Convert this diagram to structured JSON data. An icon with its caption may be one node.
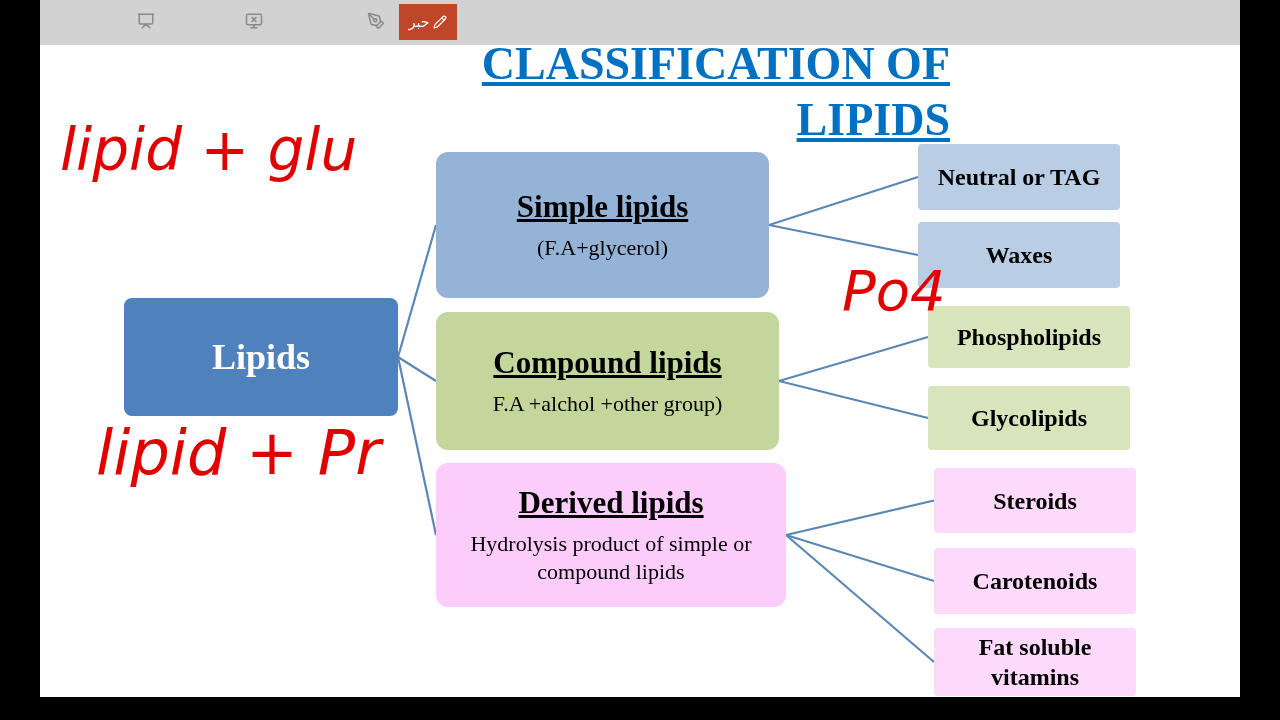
{
  "diagram": {
    "title": "CLASSIFICATION OF LIPIDS",
    "nodes": [
      {
        "text": [
          "Lipids"
        ]
      },
      {
        "text": [
          "Simple lipids",
          "(F.A+glycerol)"
        ]
      },
      {
        "text": [
          "Compound lipids",
          "F.A +alchol +other group)"
        ]
      },
      {
        "text": [
          "Derived lipids",
          "Hydrolysis product of simple or compound lipids"
        ]
      },
      {
        "text": [
          "Neutral or TAG"
        ]
      },
      {
        "text": [
          "Waxes"
        ]
      },
      {
        "text": [
          "Phospholipids"
        ]
      },
      {
        "text": [
          "Glycolipids"
        ]
      },
      {
        "text": [
          "Steroids"
        ]
      },
      {
        "text": [
          "Carotenoids"
        ]
      },
      {
        "text": [
          "Fat soluble vitamins"
        ]
      }
    ],
    "edges": [
      {
        "from": 0,
        "to": 1,
        "arrow": "none"
      },
      {
        "from": 0,
        "to": 2,
        "arrow": "none"
      },
      {
        "from": 0,
        "to": 3,
        "arrow": "none"
      },
      {
        "from": 1,
        "to": 4,
        "arrow": "none"
      },
      {
        "from": 1,
        "to": 5,
        "arrow": "none"
      },
      {
        "from": 2,
        "to": 6,
        "arrow": "none"
      },
      {
        "from": 2,
        "to": 7,
        "arrow": "none"
      },
      {
        "from": 3,
        "to": 8,
        "arrow": "none"
      },
      {
        "from": 3,
        "to": 9,
        "arrow": "none"
      },
      {
        "from": 3,
        "to": 10,
        "arrow": "none"
      }
    ],
    "labels": [
      "حبر",
      "lipid + glu",
      "lipid + Pr",
      "Po4"
    ]
  }
}
